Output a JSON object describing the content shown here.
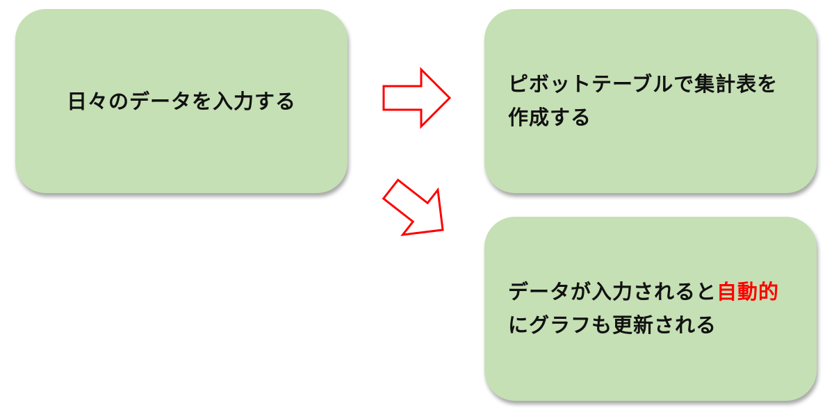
{
  "boxes": {
    "input": {
      "text": "日々のデータを入力する"
    },
    "pivot": {
      "line1": "ピボットテーブルで集計表を",
      "line2": "作成する"
    },
    "graph": {
      "line1_before": "データが入力されると",
      "line1_highlight": "自動的",
      "line2": "にグラフも更新される"
    }
  },
  "colors": {
    "box_fill": "#c5e0b4",
    "arrow_outline": "#ff0000",
    "highlight_text": "#ff0000"
  }
}
